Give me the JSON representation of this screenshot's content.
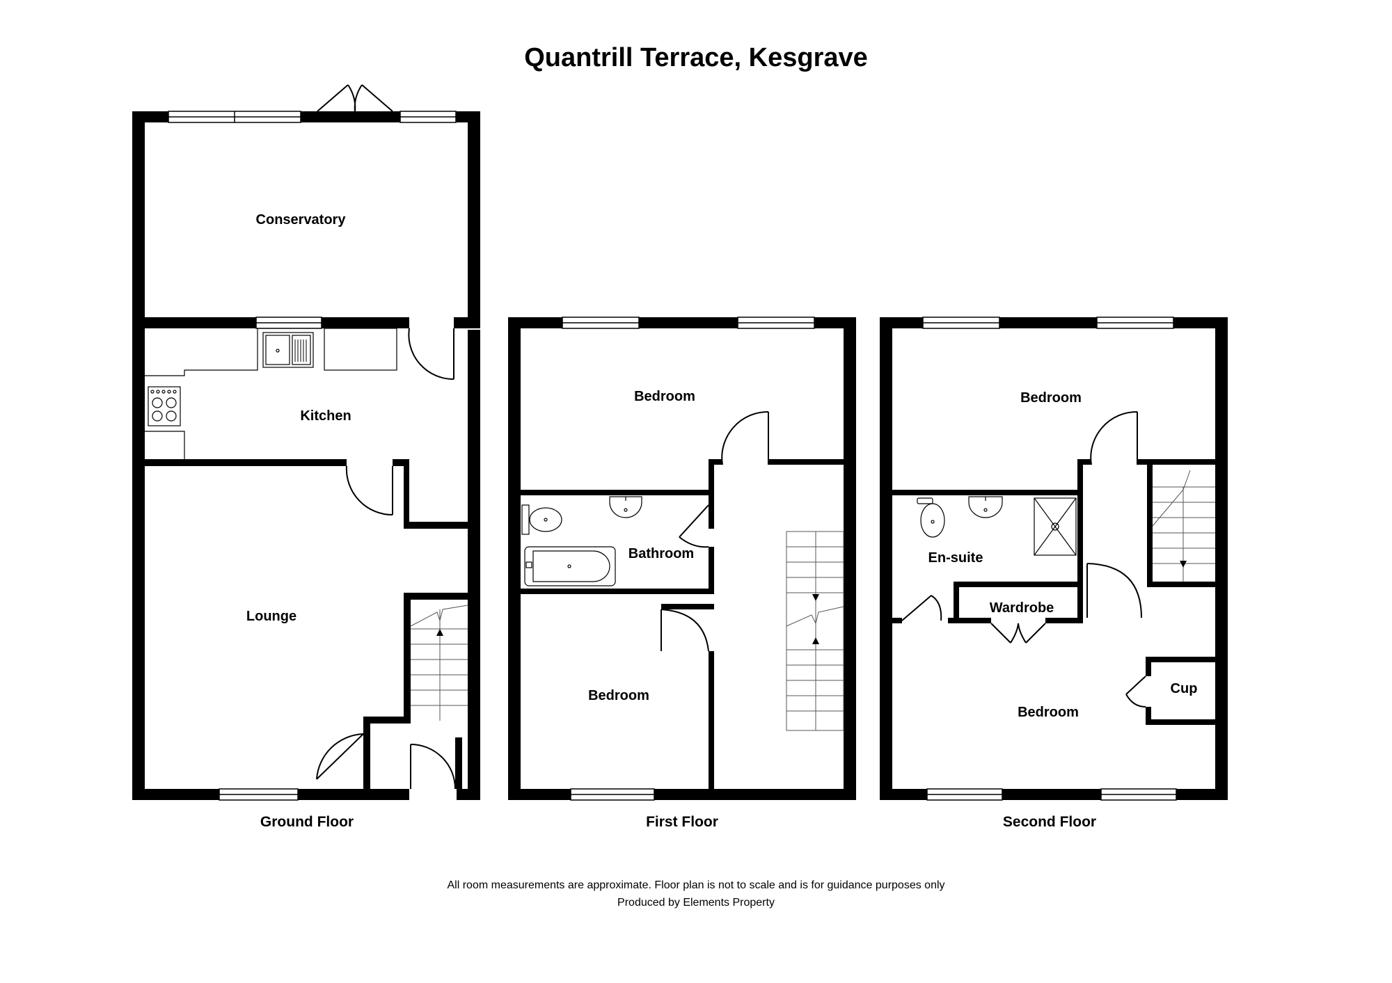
{
  "title": "Quantrill Terrace, Kesgrave",
  "floors": [
    {
      "name": "Ground Floor",
      "rooms": [
        "Conservatory",
        "Kitchen",
        "Lounge"
      ]
    },
    {
      "name": "First Floor",
      "rooms": [
        "Bedroom",
        "Bathroom",
        "Bedroom"
      ]
    },
    {
      "name": "Second Floor",
      "rooms": [
        "Bedroom",
        "En-suite",
        "Wardrobe",
        "Bedroom",
        "Cup"
      ]
    }
  ],
  "footer": {
    "disclaimer": "All room measurements are approximate. Floor plan is not to scale and is for guidance purposes only",
    "produced_by": "Produced by Elements Property"
  }
}
